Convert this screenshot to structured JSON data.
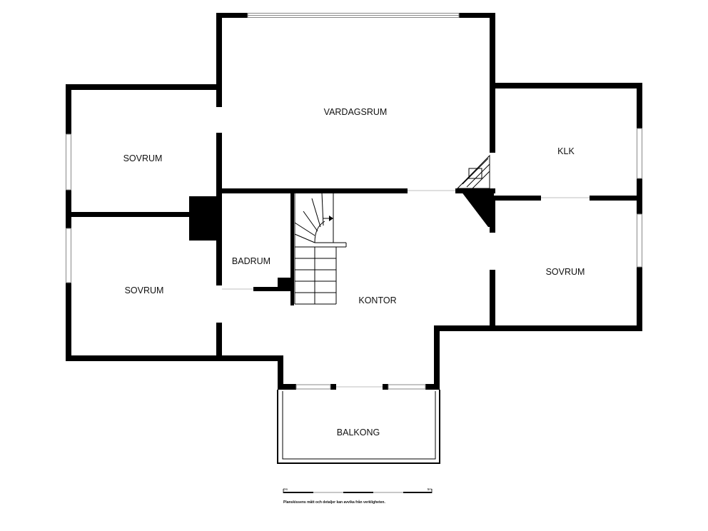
{
  "rooms": {
    "vardagsrum": "VARDAGSRUM",
    "sovrum_top_left": "SOVRUM",
    "sovrum_bottom_left": "SOVRUM",
    "klk": "KLK",
    "sovrum_right": "SOVRUM",
    "badrum": "BADRUM",
    "kontor": "KONTOR",
    "balkong": "BALKONG"
  },
  "scale_bar": {
    "start_label": "0m",
    "end_label": "5m"
  },
  "disclaimer": "Planskissens mått och detaljer kan avvika från verkligheten.",
  "colors": {
    "wall": "#000000",
    "background": "#ffffff",
    "window_line": "#999999",
    "scale_light": "#c8c8c8"
  }
}
